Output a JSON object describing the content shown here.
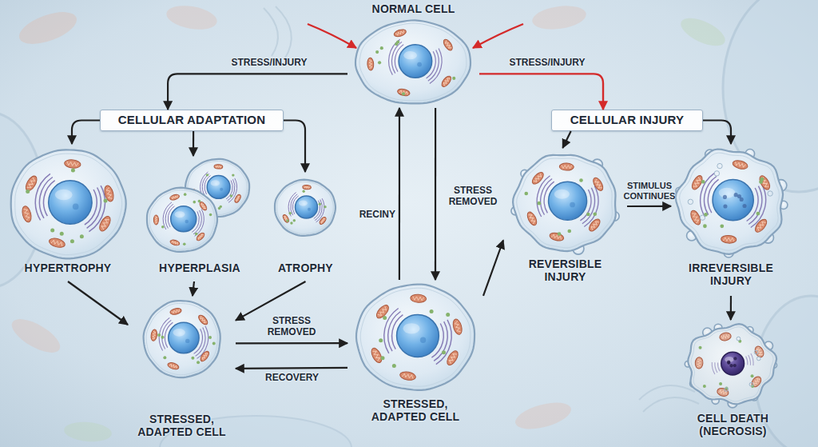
{
  "diagram": {
    "nodes": [
      {
        "text": [
          "NORMAL CELL"
        ]
      },
      {
        "text": [
          "CELLULAR ADAPTATION"
        ]
      },
      {
        "text": [
          "CELLULAR INJURY"
        ]
      },
      {
        "text": [
          "HYPERTROPHY"
        ]
      },
      {
        "text": [
          "HYPERPLASIA"
        ]
      },
      {
        "text": [
          "ATROPHY"
        ]
      },
      {
        "text": [
          "REVERSIBLE INJURY"
        ]
      },
      {
        "text": [
          "IRREVERSIBLE INJURY"
        ]
      },
      {
        "text": [
          "STRESSED, ADAPTED CELL"
        ]
      },
      {
        "text": [
          "STRESSED, ADAPTED CELL"
        ]
      },
      {
        "text": [
          "CELL DEATH (NECROSIS)"
        ]
      }
    ],
    "edges": [
      {
        "from": 0,
        "to": 1,
        "label": "STRESS/INJURY",
        "arrow": "to"
      },
      {
        "from": 0,
        "to": 2,
        "label": "STRESS/INJURY",
        "arrow": "to"
      },
      {
        "from": 1,
        "to": 3,
        "arrow": "to"
      },
      {
        "from": 1,
        "to": 4,
        "arrow": "to"
      },
      {
        "from": 1,
        "to": 5,
        "arrow": "to"
      },
      {
        "from": 3,
        "to": 8,
        "arrow": "to"
      },
      {
        "from": 4,
        "to": 8,
        "arrow": "to"
      },
      {
        "from": 5,
        "to": 8,
        "arrow": "to"
      },
      {
        "from": 8,
        "to": 9,
        "label": "STRESS REMOVED",
        "arrow": "to"
      },
      {
        "from": 9,
        "to": 8,
        "label": "RECOVERY",
        "arrow": "to"
      },
      {
        "from": 9,
        "to": 0,
        "label": "RECINY",
        "arrow": "to"
      },
      {
        "from": 0,
        "to": 9,
        "label": "STRESS REMOVED",
        "arrow": "to"
      },
      {
        "from": 9,
        "to": 6,
        "arrow": "to"
      },
      {
        "from": 2,
        "to": 6,
        "arrow": "to"
      },
      {
        "from": 2,
        "to": 7,
        "arrow": "to"
      },
      {
        "from": 6,
        "to": 7,
        "label": "STIMULUS CONTINUES",
        "arrow": "to"
      },
      {
        "from": 7,
        "to": 10,
        "arrow": "to"
      }
    ]
  }
}
